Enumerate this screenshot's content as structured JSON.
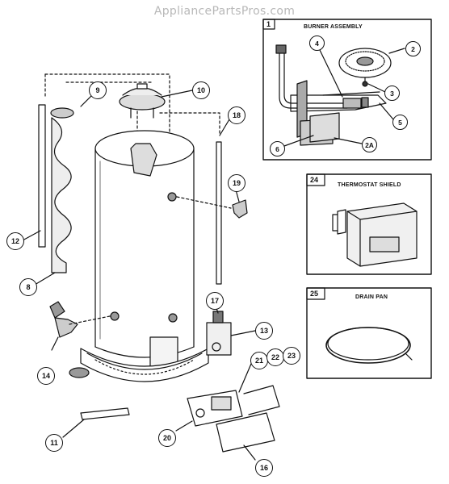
{
  "watermark": "AppliancePartsPros.com",
  "panels": {
    "burner": {
      "number": "1",
      "title": "BURNER ASSEMBLY"
    },
    "shield": {
      "number": "24",
      "title": "THERMOSTAT SHIELD"
    },
    "drain": {
      "number": "25",
      "title": "DRAIN PAN"
    }
  },
  "callouts": {
    "c2": "2",
    "c2a": "2A",
    "c3": "3",
    "c4": "4",
    "c5": "5",
    "c6": "6",
    "c8": "8",
    "c9": "9",
    "c10": "10",
    "c11": "11",
    "c12": "12",
    "c13": "13",
    "c14": "14",
    "c16": "16",
    "c17": "17",
    "c18": "18",
    "c19": "19",
    "c20": "20",
    "c21": "21",
    "c22": "22",
    "c23": "23"
  },
  "colors": {
    "line": "#111111",
    "watermark": "#b8b8b8",
    "background": "#ffffff"
  }
}
